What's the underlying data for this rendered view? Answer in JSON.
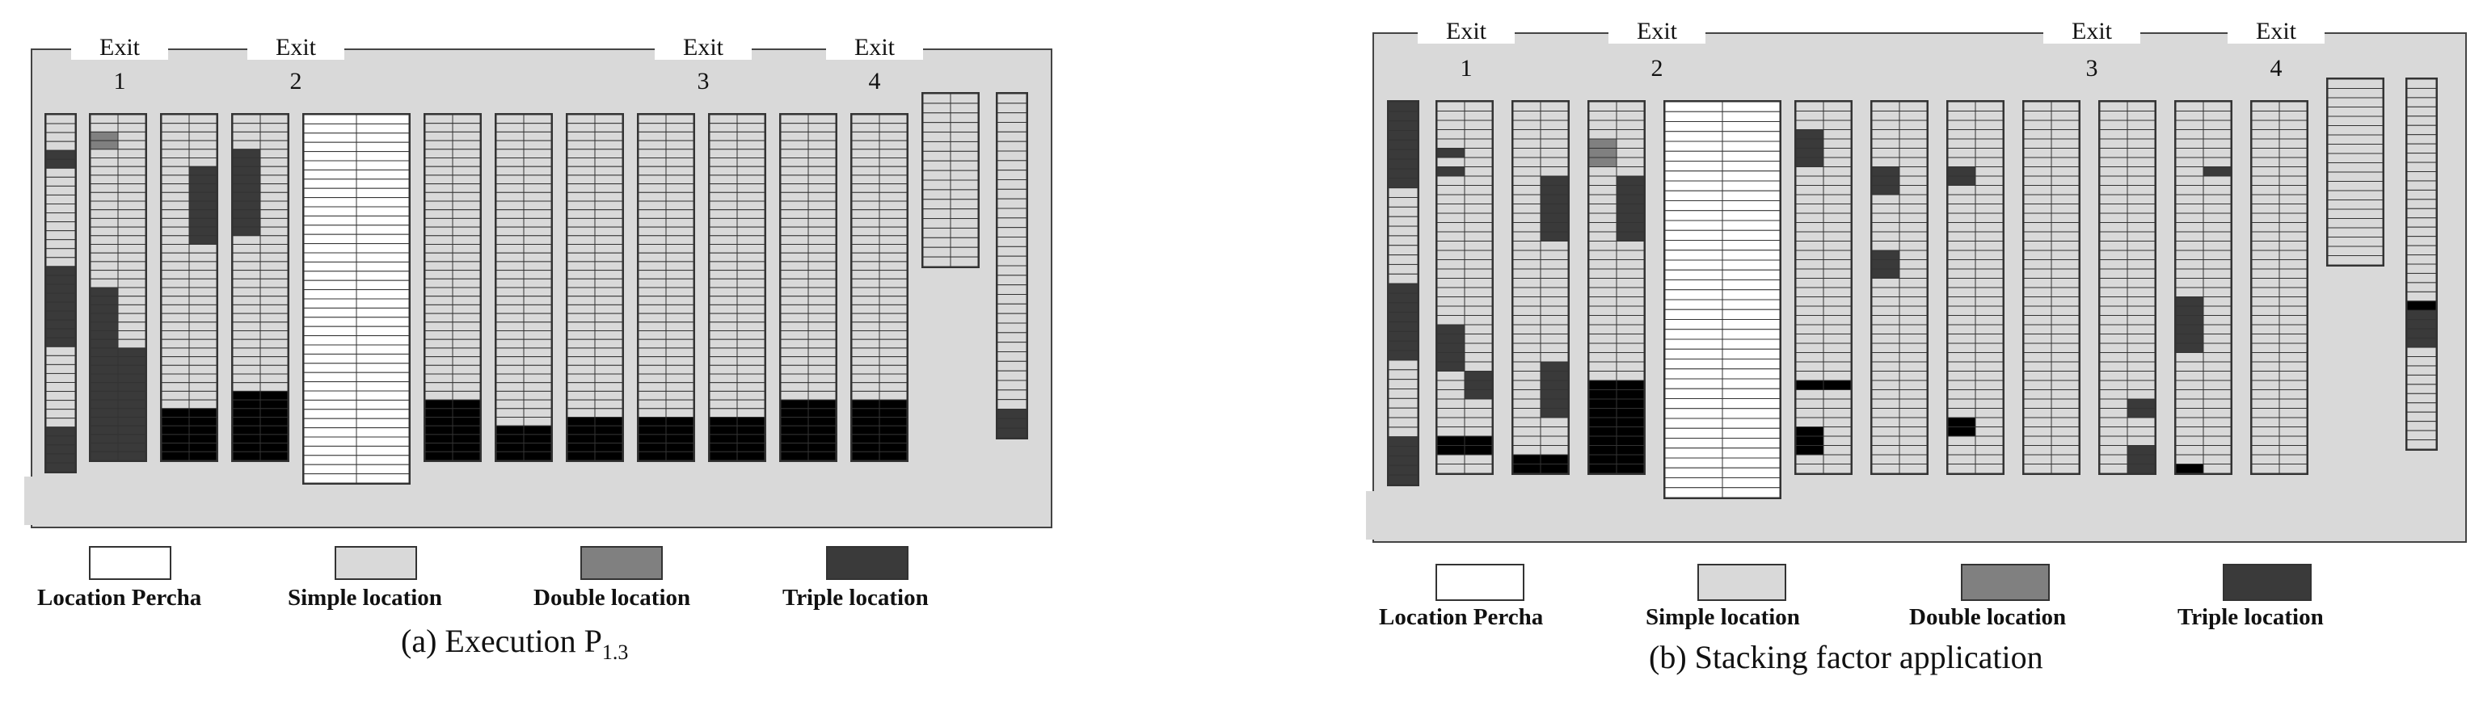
{
  "colors": {
    "board": "#d9d9d9",
    "location_percha": "#ffffff",
    "simple_location": "#d9d9d9",
    "double_location": "#808080",
    "triple_location": "#3a3a3a"
  },
  "panels": [
    {
      "exits": [
        {
          "word": "Exit",
          "number": "1"
        },
        {
          "word": "Exit",
          "number": "2"
        },
        {
          "word": "Exit",
          "number": "3"
        },
        {
          "word": "Exit",
          "number": "4"
        }
      ],
      "legend": {
        "location_percha": "Location Percha",
        "simple_location": "Simple location",
        "double_location": "Double location",
        "triple_location": "Triple location"
      },
      "caption_main": "(a) Execution P",
      "caption_sub": "1.3"
    },
    {
      "exits": [
        {
          "word": "Exit",
          "number": "1"
        },
        {
          "word": "Exit",
          "number": "2"
        },
        {
          "word": "Exit",
          "number": "3"
        },
        {
          "word": "Exit",
          "number": "4"
        }
      ],
      "legend": {
        "location_percha": "Location Percha",
        "simple_location": "Simple location",
        "double_location": "Double location",
        "triple_location": "Triple location"
      },
      "caption_main": "(b) Stacking factor application",
      "caption_sub": ""
    }
  ]
}
